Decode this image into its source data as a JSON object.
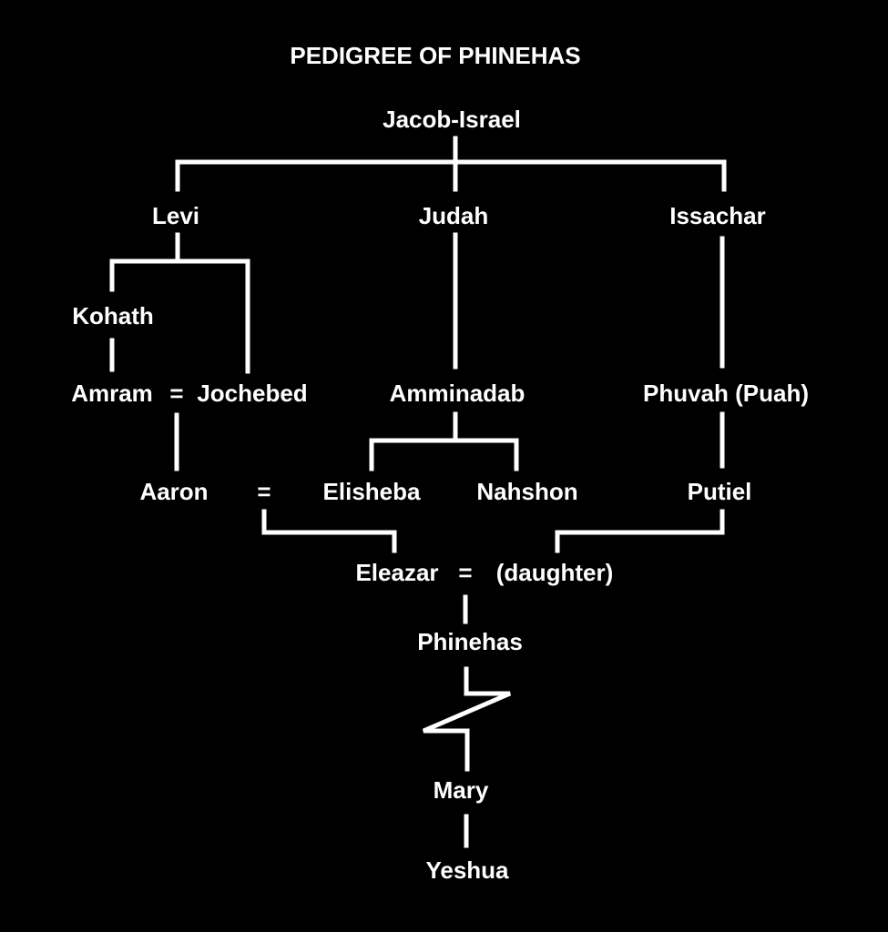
{
  "title": "PEDIGREE OF PHINEHAS",
  "people": {
    "jacob": "Jacob-Israel",
    "levi": "Levi",
    "judah": "Judah",
    "issachar": "Issachar",
    "kohath": "Kohath",
    "amram": "Amram",
    "jochebed": "Jochebed",
    "amminadab": "Amminadab",
    "phuvah": "Phuvah (Puah)",
    "aaron": "Aaron",
    "elisheba": "Elisheba",
    "nahshon": "Nahshon",
    "putiel": "Putiel",
    "eleazar": "Eleazar",
    "daughter": "(daughter)",
    "phinehas": "Phinehas",
    "mary": "Mary",
    "yeshua": "Yeshua"
  },
  "marriage_symbol": "=",
  "colors": {
    "background": "#000000",
    "text": "#ffffff",
    "lines": "#ffffff"
  }
}
